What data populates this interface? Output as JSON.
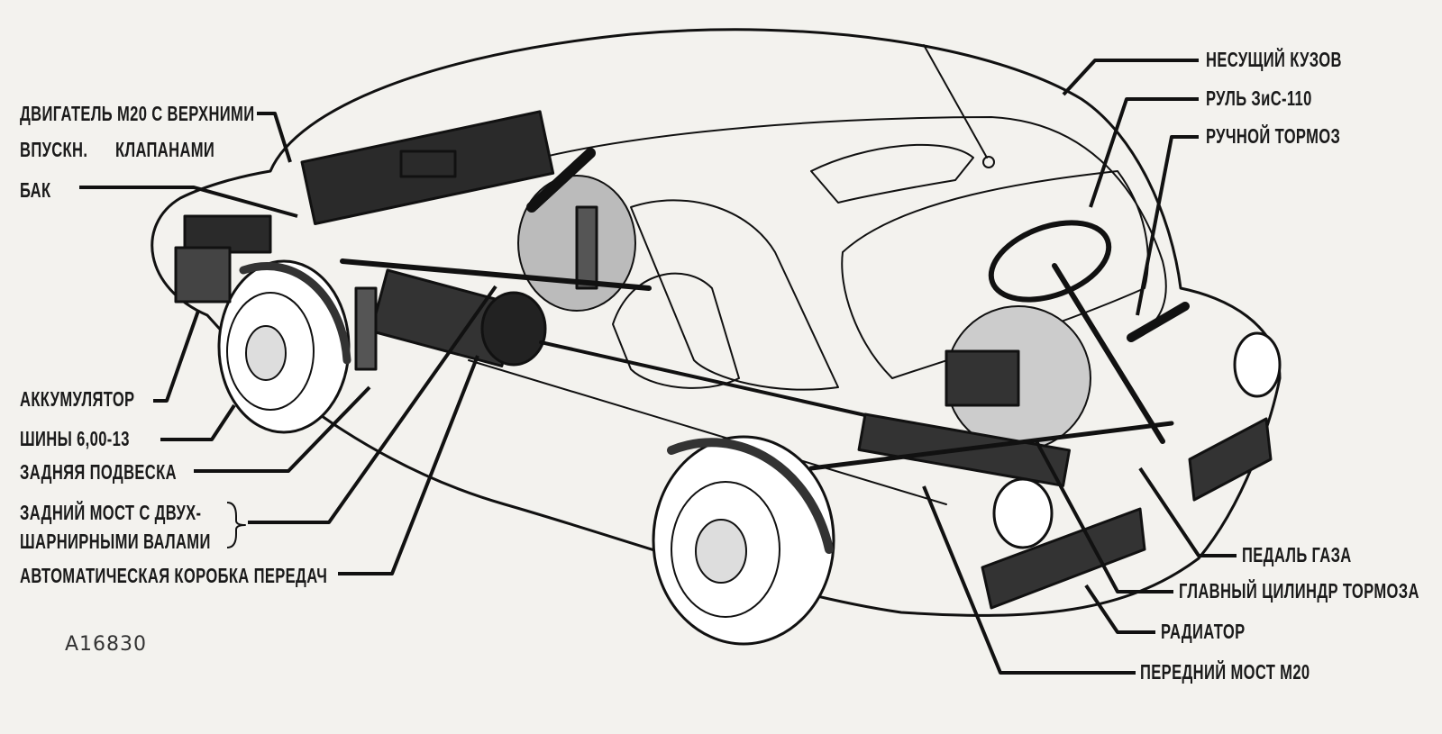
{
  "diagram": {
    "labels_left": {
      "engine_line1": "ДВИГАТЕЛЬ М20 С ВЕРХНИМИ",
      "engine_line2a": "ВПУСКН.",
      "engine_line2b": "КЛАПАНАМИ",
      "tank": "БАК",
      "battery": "АККУМУЛЯТОР",
      "tires": "ШИНЫ 6,00-13",
      "rear_suspension": "ЗАДНЯЯ ПОДВЕСКА",
      "rear_axle_line1": "ЗАДНИЙ МОСТ С ДВУХ-",
      "rear_axle_line2": "ШАРНИРНЫМИ ВАЛАМИ",
      "gearbox": "АВТОМАТИЧЕСКАЯ КОРОБКА ПЕРЕДАЧ"
    },
    "labels_right": {
      "body": "НЕСУЩИЙ КУЗОВ",
      "steering_wheel": "РУЛЬ ЗиС-110",
      "hand_brake": "РУЧНОЙ ТОРМОЗ",
      "gas_pedal": "ПЕДАЛЬ ГАЗА",
      "master_cylinder": "ГЛАВНЫЙ ЦИЛИНДР ТОРМОЗА",
      "radiator": "РАДИАТОР",
      "front_axle": "ПЕРЕДНИЙ МОСТ М20"
    },
    "catalog_number": "A16830"
  }
}
